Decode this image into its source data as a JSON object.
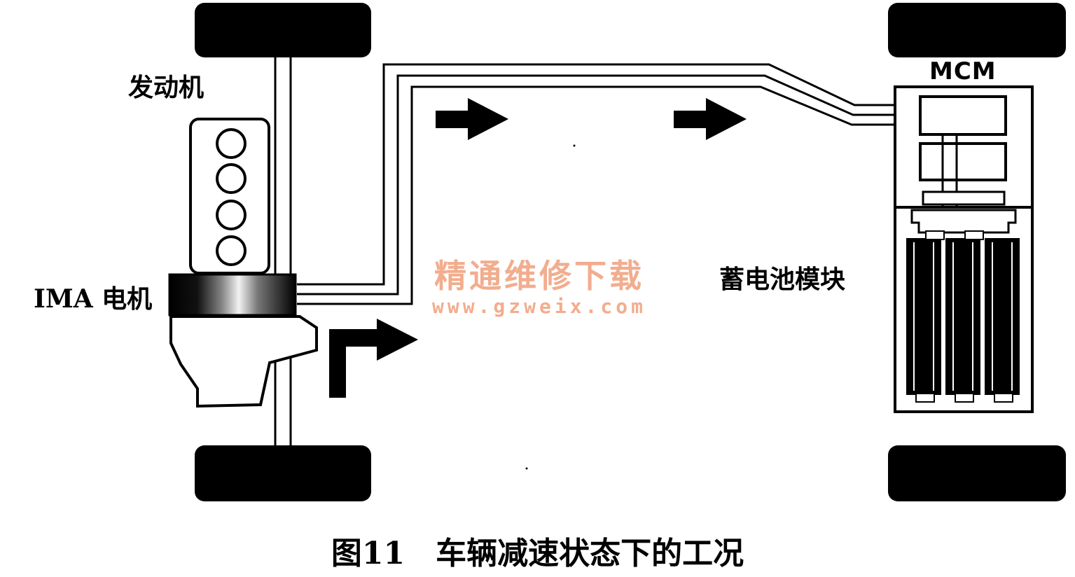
{
  "labels": {
    "engine": "发动机",
    "ima_motor": "IMA 电机",
    "mcm": "MCM",
    "battery_module": "蓄电池模块"
  },
  "caption": "图11　车辆减速状态下的工况",
  "watermark": {
    "name": "精通维修下载",
    "url": "www.gzweix.com"
  },
  "colors": {
    "ink": "#000000",
    "paper": "#ffffff",
    "watermark": "#ee966e"
  }
}
